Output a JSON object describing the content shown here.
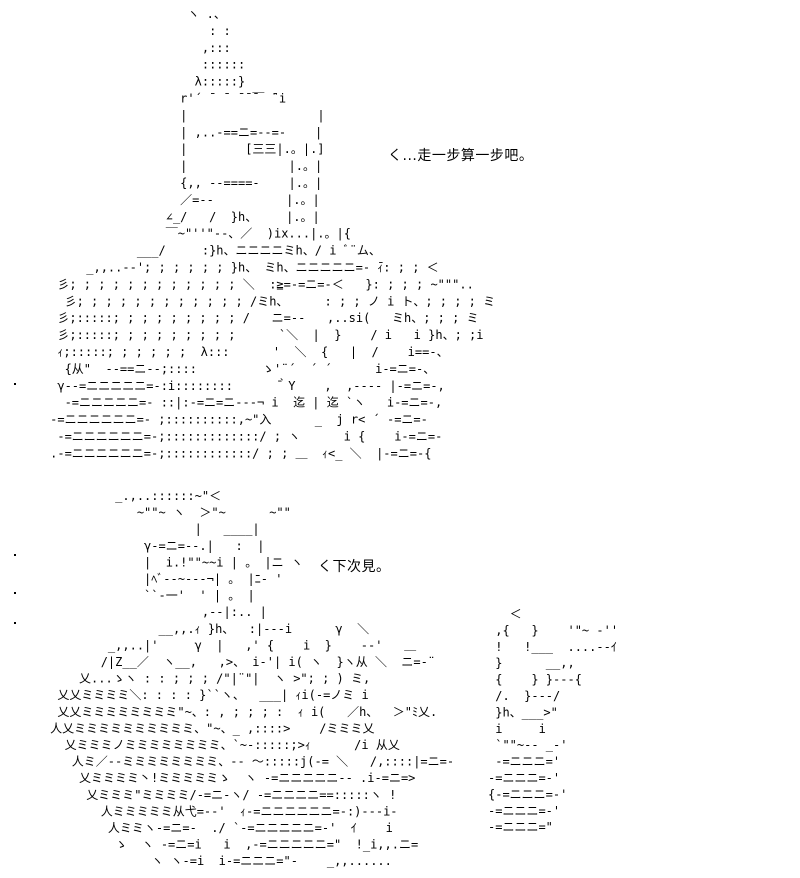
{
  "captions": {
    "first": "く...走一步算一步吧。",
    "second": "く下次見。"
  },
  "art_top": [
    "                        ヽ .、",
    "                           : :",
    "                          ,:::",
    "                          ::::::",
    "                         λ:::::}",
    "                       r'´ ̄  ̄  ̄ ̄ ̄￣ ̄¨i",
    "                       |                  |",
    "                       | ,..-==ニ=--=-    |",
    "                       |        [三三|.。|.]",
    "                       |              |.。|",
    "                       {,, --====-    |.。|",
    "                       ／=--          |.。|",
    "                     ∠_/   /  }h、    |.。|",
    "                     ￣~\"''\"--、／  )ix...|.。|{",
    "                 ___/     :}h、ニニニニミh、/ i ﾞ¨ム、",
    "          _,,..--'; ; ; ; ; ; }h、 ミh、ニニニニニ=- ̄ｨ: ; ; ＜",
    "      彡; ; ; ; ; ; ; ; ; ; ; ; ＼  :≧=-=ニ=-＜   }: ; ; ; ~\"\"\"..",
    "       彡; ; ; ; ; ; ; ; ; ; ; ; /ミh、     : ; ; ノ i ト、; ; ; ; ミ",
    "      彡;:::::; ; ; ; ; ; ; ; ; /   ニ=--   ,..si(   ミh、; ; ; ミ",
    "      彡;:::::; ; ; ; ; ; ; ; ;      `＼  |  }    / i   i }h、; ;i",
    "      ｨ;:::::; ; ; ; ; ;  λ:::      '  ＼  {   |  /    i==-、",
    "       {从\"  --==ニ--;::::         ゝ'¨´  ´ ´      i-=ニ=-、",
    "      γ--=ニニニニニ=-:i::::::::      ̄｀Y    ,  ,---- |-=ニ=-,",
    "       -=ニニニニニ=- ::|:-=ニ=ニ---¬ i  迄 | 迄 `ヽ   i-=ニ=-,",
    "     -=ニニニニニニ=- ;::::::::::,~\"入      _  j r< ´ -=ニ=-",
    "      -=ニニニニニニ=-;:::::::::::::/ ; ヽ      i {    i-=ニ=-",
    "     .-=ニニニニニニ=-;::::::::::::/ ; ; ＿  ｨ<_ ＼  |-=ニ=-{"
  ],
  "art_bottom": [
    "              _.,..::::::~\"＜",
    "                 ~\"\"~ ヽ  ＞\"~      ~\"\"",
    "                         |   ____|",
    "                  γ-=ニ=--.|   :  |",
    "                  |  i.!\"\"~~i | 。 |ニ ヽ",
    "                  |ﾍﾞ--~---¬| 。 |ﾆ- '",
    "                  ``-一'  ' | 。 | ",
    "                          ,--|:.. |",
    "                    __,,.ｨ }h、  :|---i      γ  ＼",
    "             _,,..|'     γ  |   ,' {    i  }    --'   ＿",
    "            /|Z__／  ヽ__,   ,>、 i-'| i( ヽ  }ヽ从 ＼  ニ=-¨",
    "         乂...ゝヽ : : ; ; ; /\"|¨\"|  ヽ >\"; ; ) ミ,",
    "      乂乂ミミミミ＼: : : : }``ヽ、  ___| ｨi(-=ノミ i",
    "      乂乂ミミミミミミミミ\"~、: , ; ; ; :  ｨ i(   ／h、  ＞\"ﾐ乂.",
    "     人乂ミミミミミミミミミミ、\"~、_ ,::::>    /ミミミ乂",
    "       乂ミミミノミミミミミミミミ、`~-:::::;>ｨ      /i 从乂",
    "        人ミ／--ミミミミミミミミ、-- ～:::::j(-= ＼   /,::::|=ニ=-",
    "         乂ミミミミ丶!ミミミミミゝ  ヽ -=ニニニニニ-- .i-=ニ=>",
    "          乂ミミミ\"ミミミミ/-=ニ-ヽ/ -=ニニニニ==:::::ヽ !",
    "            人ミミミミミ从弋=--'  ｨ-=ニニニニニニ=-:)---i-",
    "             人ミミヽ-=ニ=-  ./ `-=ニニニニニ=-'  ｲ    i",
    "              ゝ  ヽ -=ニ=i   i  ,-=ニニニニニ=\"  !_i,,.ニ=",
    "                   ヽ ヽ-=i  i-=ニニニ=\"-    _,,......"
  ],
  "art_bottom_right": [
    "   ＜",
    " ,{   }    '\"~ -''",
    " !   !___  ....--ｲ",
    " }      __,,",
    " {    } }---{",
    " /.  }---/",
    " }h、___>\"",
    " i     i",
    " `\"\"~-- _-'",
    " -=ニニニ='",
    "-=ニニニ=-'",
    "{-=ニニニ=-'",
    "-=ニニニ=-'",
    "-=ニニニ=\""
  ]
}
